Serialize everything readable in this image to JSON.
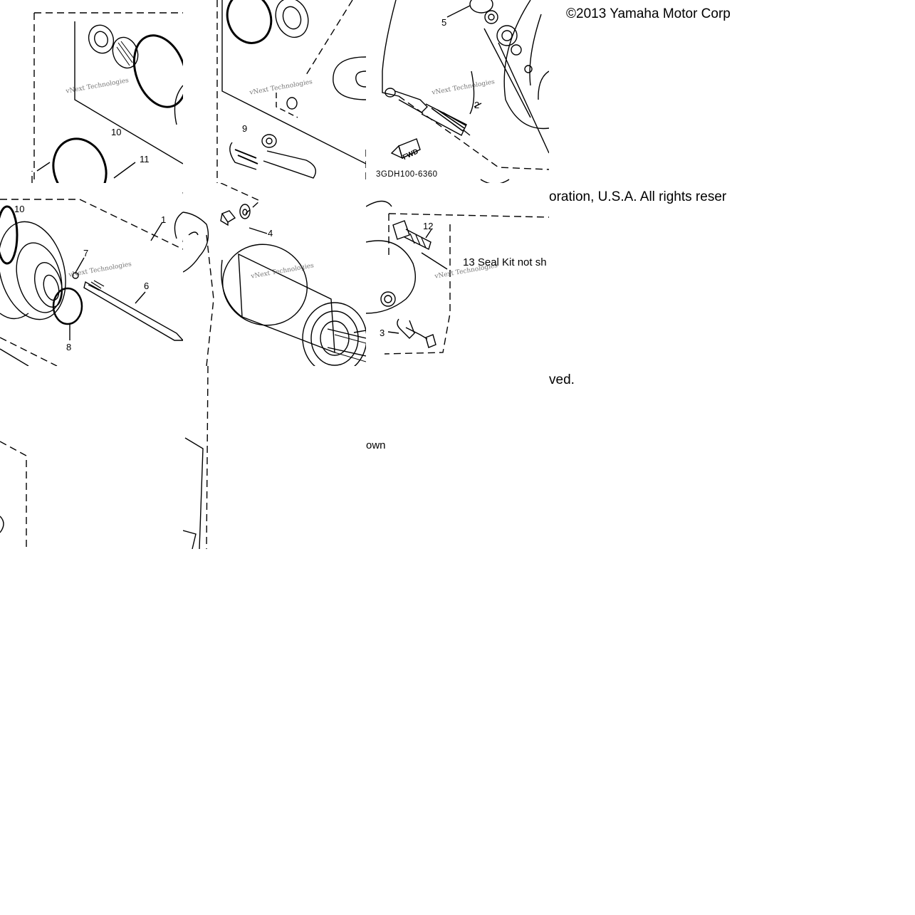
{
  "copyright": {
    "part1": "©2013 Yamaha Motor Corp",
    "part2": "oration, U.S.A. All rights reser",
    "part3": "ved."
  },
  "note": {
    "part1": "13 Seal Kit not sh",
    "part2": "own"
  },
  "drawing_code": "3GDH100-6360",
  "fwd_label": "FWD",
  "watermark": "vNext Technologies",
  "callouts": {
    "c1": "1",
    "c2": "2",
    "c3": "3",
    "c4": "4",
    "c5": "5",
    "c6": "6",
    "c7": "7",
    "c8": "8",
    "c9": "9",
    "c10a": "10",
    "c10b": "10",
    "c11": "11",
    "c12": "12"
  }
}
